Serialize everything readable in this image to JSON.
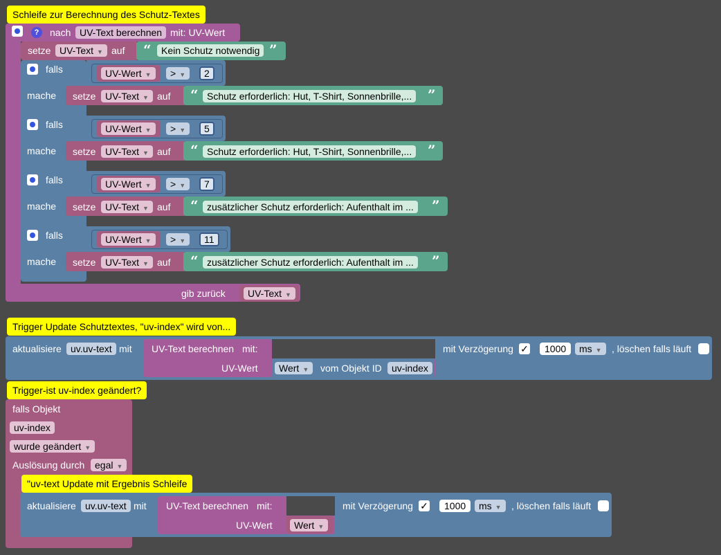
{
  "function_block": {
    "comment": "Schleife zur Berechnung des Schutz-Textes",
    "header": {
      "nach": "nach",
      "name": "UV-Text berechnen",
      "param": "mit: UV-Wert"
    },
    "set_default": {
      "setze": "setze",
      "var": "UV-Text",
      "auf": "auf",
      "text": "Kein Schutz notwendig"
    },
    "ifs": [
      {
        "falls": "falls",
        "var": "UV-Wert",
        "op": ">",
        "value": "2",
        "mache": "mache",
        "setze": "setze",
        "target": "UV-Text",
        "auf": "auf",
        "text": "Schutz erforderlich: Hut, T-Shirt, Sonnenbrille,..."
      },
      {
        "falls": "falls",
        "var": "UV-Wert",
        "op": ">",
        "value": "5",
        "mache": "mache",
        "setze": "setze",
        "target": "UV-Text",
        "auf": "auf",
        "text": "Schutz erforderlich: Hut, T-Shirt, Sonnenbrille,..."
      },
      {
        "falls": "falls",
        "var": "UV-Wert",
        "op": ">",
        "value": "7",
        "mache": "mache",
        "setze": "setze",
        "target": "UV-Text",
        "auf": "auf",
        "text": "zusätzlicher Schutz erforderlich: Aufenthalt im ..."
      },
      {
        "falls": "falls",
        "var": "UV-Wert",
        "op": ">",
        "value": "11",
        "mache": "mache",
        "setze": "setze",
        "target": "UV-Text",
        "auf": "auf",
        "text": "zusätzlicher Schutz erforderlich: Aufenthalt im ..."
      }
    ],
    "return": {
      "label": "gib zurück",
      "var": "UV-Text"
    }
  },
  "update_block": {
    "comment": "Trigger Update Schutztextes, \"uv-index\" wird von...",
    "aktualisiere": "aktualisiere",
    "state": "uv.uv-text",
    "mit": "mit",
    "func": "UV-Text berechnen",
    "func_mit": "mit:",
    "param": "UV-Wert",
    "wert": "Wert",
    "vom_objekt": "vom Objekt ID",
    "obj_id": "uv-index",
    "delay_label": "mit Verzögerung",
    "delay_check": "✓",
    "delay_value": "1000",
    "delay_unit": "ms",
    "clear_label": ", löschen falls läuft"
  },
  "trigger_block": {
    "comment": "Trigger-ist uv-index geändert?",
    "falls_objekt": "falls Objekt",
    "object": "uv-index",
    "changed": "wurde geändert",
    "ausloesung": "Auslösung durch",
    "egal": "egal",
    "inner_comment": "\"uv-text Update mit Ergebnis Schleife",
    "inner": {
      "aktualisiere": "aktualisiere",
      "state": "uv.uv-text",
      "mit": "mit",
      "func": "UV-Text berechnen",
      "func_mit": "mit:",
      "param": "UV-Wert",
      "wert": "Wert",
      "delay_label": "mit Verzögerung",
      "delay_check": "✓",
      "delay_value": "1000",
      "delay_unit": "ms",
      "clear_label": ", löschen falls läuft"
    }
  },
  "colors": {
    "background": "#4a4a4a",
    "function": "#a55b99",
    "logic": "#5b80a5",
    "variable": "#a55b80",
    "text": "#5ba58c",
    "comment": "#ffff00"
  }
}
